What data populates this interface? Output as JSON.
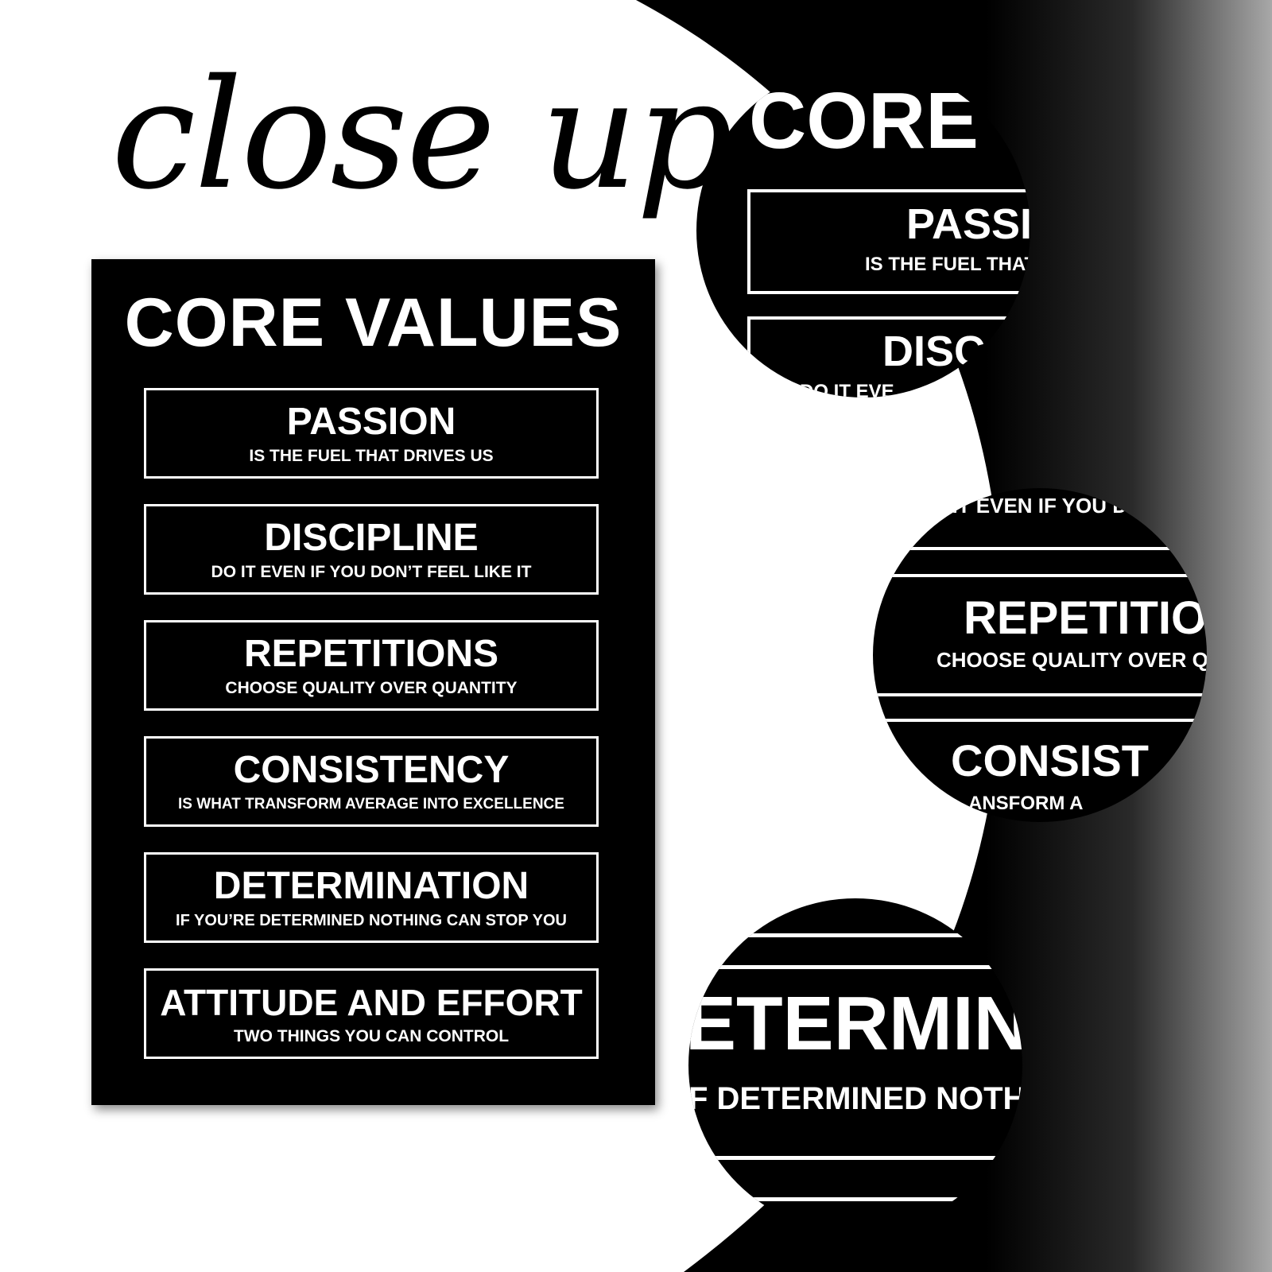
{
  "heading": "close up",
  "poster": {
    "title": "CORE VALUES",
    "values": [
      {
        "name": "PASSION",
        "desc": "IS THE FUEL THAT DRIVES US"
      },
      {
        "name": "DISCIPLINE",
        "desc": "DO IT EVEN IF YOU DON’T FEEL LIKE IT"
      },
      {
        "name": "REPETITIONS",
        "desc": "CHOOSE  QUALITY OVER QUANTITY"
      },
      {
        "name": "CONSISTENCY",
        "desc": "IS WHAT TRANSFORM AVERAGE INTO EXCELLENCE"
      },
      {
        "name": "DETERMINATION",
        "desc": "IF YOU’RE DETERMINED NOTHING CAN STOP YOU"
      },
      {
        "name": "ATTITUDE AND EFFORT",
        "desc": "TWO THINGS YOU CAN CONTROL"
      }
    ]
  },
  "zoom1": {
    "title": "CORE V",
    "name1": "PASSI",
    "desc1": "IS THE FUEL THAT",
    "name2": "DISC",
    "desc2": "DO IT EVE"
  },
  "zoom2": {
    "desc_top": "O IT EVEN IF YOU DO",
    "name1": "REPETITIO",
    "desc1": "CHOOSE  QUALITY OVER Q",
    "name2": "CONSIST",
    "desc2": "ANSFORM A"
  },
  "zoom3": {
    "name1": "ETERMINA",
    "desc1": "F DETERMINED NOTH"
  },
  "colors": {
    "background": "#ffffff",
    "poster": "#000000",
    "text": "#ffffff"
  }
}
